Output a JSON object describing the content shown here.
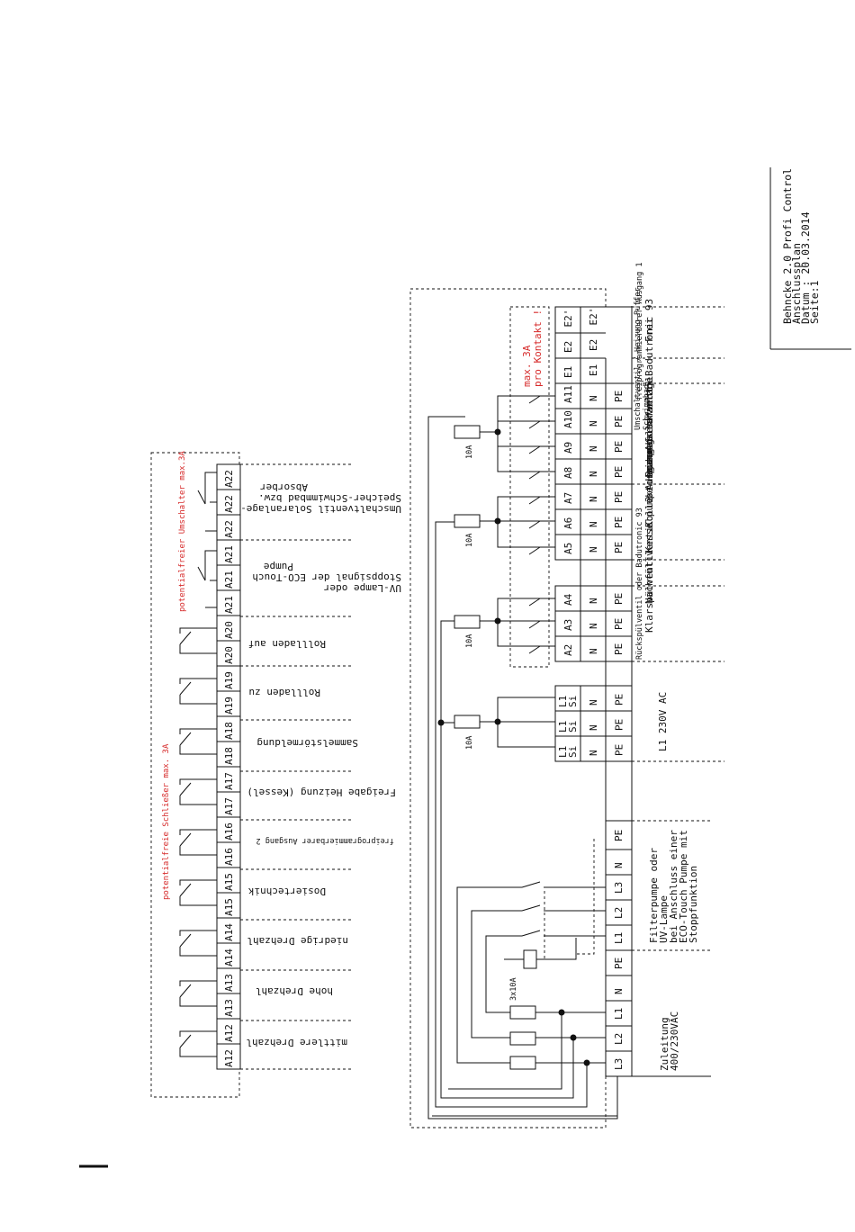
{
  "title_block": {
    "line1": "Behncke 2.0 Profi Control",
    "line2": "Anschlussplan",
    "line3": "Datum : 20.03.2014",
    "line4": "Seite:1"
  },
  "notes": {
    "umschalter": "potentialfreier Umschalter max.3A",
    "schliesser": "potentialfreie Schließer max. 3A",
    "max_contact_1": "max. 3A",
    "max_contact_2": "pro Kontakt !"
  },
  "fuses": {
    "f1": "10A",
    "f2": "10A",
    "f3": "10A",
    "f4": "10A",
    "supply": "3x10A"
  },
  "left_terminals": [
    "A12",
    "A12",
    "A13",
    "A13",
    "A14",
    "A14",
    "A15",
    "A15",
    "A16",
    "A16",
    "A17",
    "A17",
    "A18",
    "A18",
    "A19",
    "A19",
    "A20",
    "A20",
    "A21",
    "A21",
    "A21",
    "A22",
    "A22",
    "A22"
  ],
  "left_labels": {
    "mittlere": "mittlere Drehzahl",
    "hohe": "hohe Drehzahl",
    "niedrige": "niedrige Drehzahl",
    "dosier": "Dosiertechnik",
    "frei2": "freiprogrammierbarer Ausgang 2",
    "heizung": "Freigabe Heizung (Kessel)",
    "sammel": "Sammelstörmeldung",
    "zu": "Rollladen zu",
    "auf": "Rollladen auf",
    "uv1": "UV-Lampe oder",
    "uv2": "Stoppsignal der ECO-Touch",
    "uv3": "Pumpe",
    "um1": "Umschaltventil Solaranlage-",
    "um2": "Speicher-Schwimmbad bzw.",
    "um3": "Absorber"
  },
  "supply_rows": {
    "row1": [
      "L3",
      "L2",
      "L1",
      "N",
      "PE",
      "L1",
      "L2",
      "L3",
      "N",
      "PE"
    ],
    "zuleitung1": "Zuleitung",
    "zuleitung2": "400/230VAC",
    "filter1": "Filterpumpe oder",
    "filter2": "UV-Lampe",
    "filter3": "bei Anschluss einer",
    "filter4": "ECO-Touch Pumpe mit",
    "filter5": "Stoppfunktion"
  },
  "si_block": {
    "col1": [
      "L1 Si",
      "N",
      "PE"
    ],
    "col2": [
      "L1 Si",
      "N",
      "PE"
    ],
    "col3": [
      "L1 Si",
      "N",
      "PE"
    ],
    "label": "L1 230V AC"
  },
  "a_block": {
    "terms": [
      "A2",
      "A3",
      "A4",
      "A5",
      "A6",
      "A7",
      "A8",
      "A9",
      "A10",
      "A11",
      "E1",
      "E2",
      "E2'"
    ],
    "n_row": [
      "N",
      "N",
      "N",
      "N",
      "N",
      "N",
      "N",
      "N",
      "N",
      "N",
      "E1",
      "E2",
      "E2'"
    ],
    "pe_row": [
      "PE",
      "PE",
      "PE",
      "PE",
      "PE",
      "PE",
      "PE",
      "PE",
      "PE",
      "PE"
    ],
    "labels": {
      "a2": "Rückspülventil oder Badutronic 93",
      "a3": "Klarspülventil",
      "a4": "Nachfüllventil",
      "a5": "Kesselpumpe Heizung",
      "a6": "Kollektorpumpe",
      "a7": "2 Ausgang Solaranlage",
      "a8": "Bodenablaufventil",
      "a9": "Absenkventil",
      "a10a": "Umschaltventil / Heizung-Puffer",
      "a10b": "Schwimmbad",
      "a11": "freiprogrammierbarer Ausgang 1",
      "e1": "Badutronic 93",
      "frei": "Frei"
    }
  }
}
